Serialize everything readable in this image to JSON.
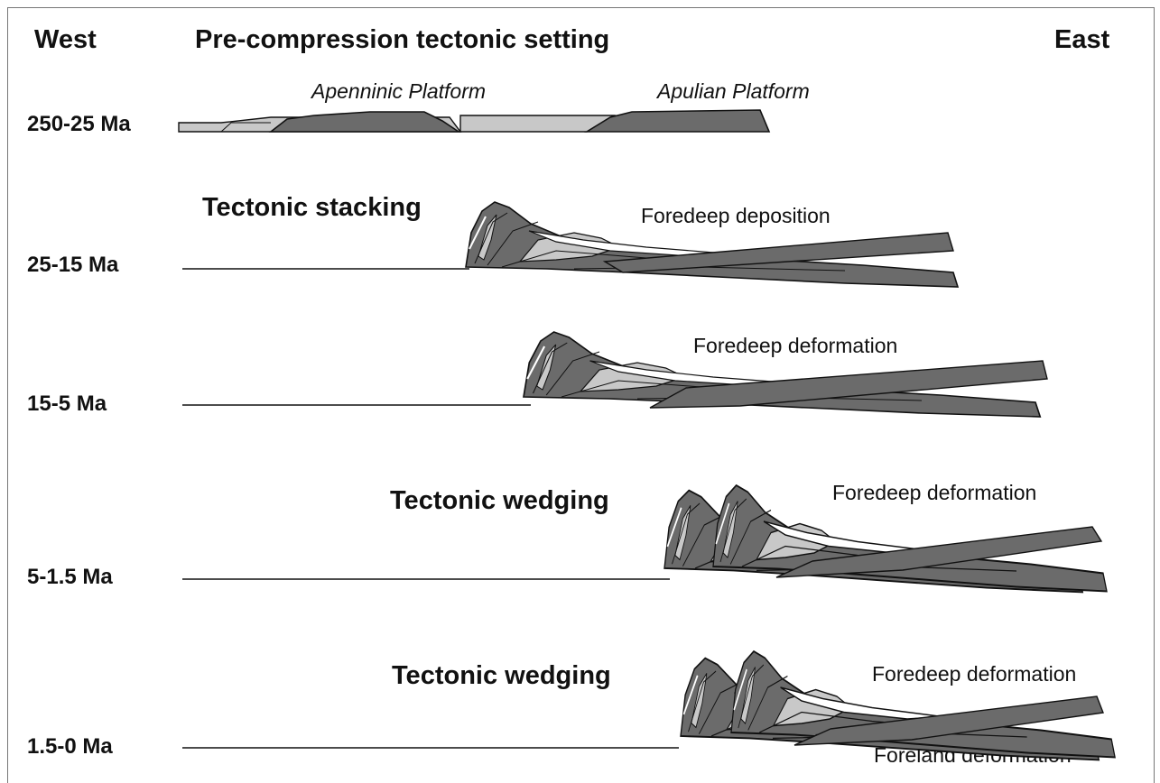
{
  "header": {
    "west": "West",
    "title": "Pre-compression tectonic setting",
    "east": "East"
  },
  "platforms": {
    "apenninic": "Apenninic Platform",
    "apulian": "Apulian Platform"
  },
  "stages": [
    {
      "age": "250-25 Ma"
    },
    {
      "age": "25-15 Ma",
      "phase": "Tectonic stacking",
      "note": "Foredeep deposition"
    },
    {
      "age": "15-5 Ma",
      "note": "Foredeep deformation"
    },
    {
      "age": "5-1.5 Ma",
      "phase": "Tectonic wedging",
      "note": "Foredeep deformation"
    },
    {
      "age": "1.5-0 Ma",
      "phase": "Tectonic wedging",
      "note": "Foredeep deformation",
      "note2": "Foreland deformation"
    }
  ],
  "colors": {
    "dark": "#6b6b6b",
    "light": "#c8c8c8",
    "outline": "#111111"
  }
}
